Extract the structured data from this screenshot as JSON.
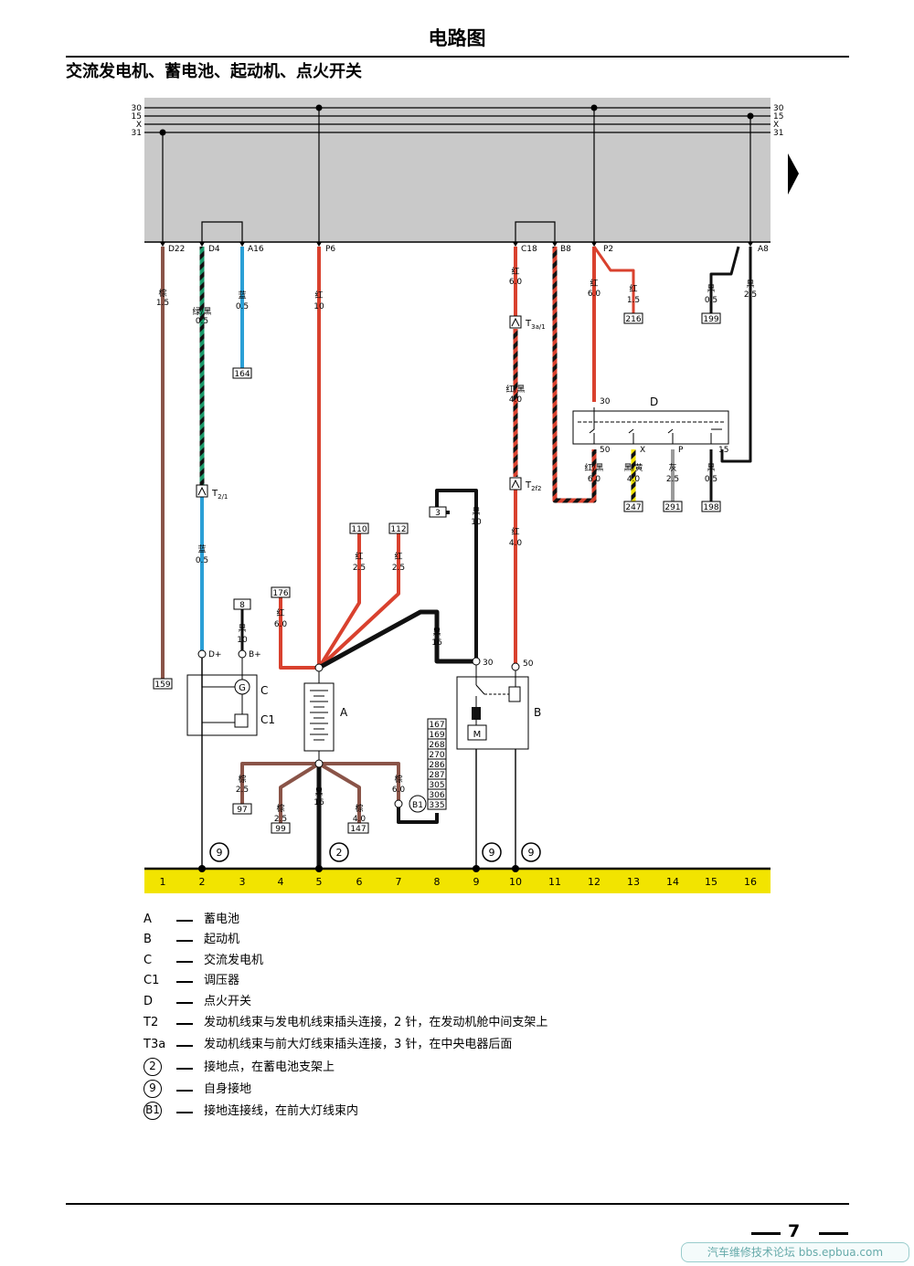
{
  "page_title": "电路图",
  "section_title": "交流发电机、蓄电池、起动机、点火开关",
  "page_number": "7",
  "watermark": "汽车维修技术论坛 bbs.epbua.com",
  "bus_labels": [
    "30",
    "15",
    "X",
    "31"
  ],
  "connectors": {
    "D22": "D22",
    "D4": "D4",
    "A16": "A16",
    "P6": "P6",
    "C18": "C18",
    "B8": "B8",
    "P2": "P2",
    "A8": "A8"
  },
  "wires": {
    "w1": {
      "color": "棕",
      "size": "1.5"
    },
    "w2": {
      "color": "绿/黑",
      "size": "0.5"
    },
    "w3": {
      "color": "蓝",
      "size": "0.5"
    },
    "w4": {
      "color": "红",
      "size": "10"
    },
    "w5": {
      "color": "红",
      "size": "6.0"
    },
    "w6": {
      "color": "红",
      "size": "6.0"
    },
    "w7": {
      "color": "红",
      "size": "1.5"
    },
    "w8": {
      "color": "黑",
      "size": "0.5"
    },
    "w9": {
      "color": "黑",
      "size": "2.5"
    },
    "w10": {
      "color": "红/黑",
      "size": "4.0"
    },
    "w11": {
      "color": "蓝",
      "size": "0.5"
    },
    "w12": {
      "color": "黑",
      "size": "10"
    },
    "w13": {
      "color": "红",
      "size": "2.5"
    },
    "w14": {
      "color": "红",
      "size": "2.5"
    },
    "w15": {
      "color": "红",
      "size": "6.0"
    },
    "w16": {
      "color": "黑",
      "size": "16"
    },
    "w17": {
      "color": "黑",
      "size": "10"
    },
    "w18": {
      "color": "红",
      "size": "4.0"
    },
    "w19": {
      "color": "红/黑",
      "size": "6.0"
    },
    "w20": {
      "color": "黑/黄",
      "size": "4.0"
    },
    "w21": {
      "color": "灰",
      "size": "2.5"
    },
    "w22": {
      "color": "黑",
      "size": "0.5"
    },
    "w23": {
      "color": "棕",
      "size": "2.5"
    },
    "w24": {
      "color": "棕",
      "size": "2.5"
    },
    "w25": {
      "color": "黑",
      "size": "16"
    },
    "w26": {
      "color": "棕",
      "size": "4.0"
    },
    "w27": {
      "color": "棕",
      "size": "6.0"
    }
  },
  "refs": {
    "r164": "164",
    "r216": "216",
    "r199": "199",
    "r159": "159",
    "r8": "8",
    "r176": "176",
    "r110": "110",
    "r112": "112",
    "r3": "3",
    "r247": "247",
    "r291": "291",
    "r198": "198",
    "r97": "97",
    "r99": "99",
    "r147": "147",
    "stack": [
      "167",
      "169",
      "268",
      "270",
      "286",
      "287",
      "305",
      "306",
      "335"
    ]
  },
  "terminals": {
    "T2_1": "T",
    "T2_1_sub": "2/1",
    "T3a_1": "T",
    "T3a_1_sub": "3a/1",
    "T2f2": "T",
    "T2f2_sub": "2f2",
    "Dplus": "D+",
    "Bplus": "B+",
    "t30": "30",
    "t50": "50",
    "d30": "30",
    "d50": "50",
    "dX": "X",
    "dP": "P",
    "d15": "15"
  },
  "components": {
    "A": "A",
    "B": "B",
    "C": "C",
    "C1": "C1",
    "D": "D",
    "G": "G",
    "M": "M",
    "B1": "B1"
  },
  "ground_marks": {
    "g9a": "9",
    "g2": "2",
    "g9b": "9",
    "g9c": "9"
  },
  "columns": [
    "1",
    "2",
    "3",
    "4",
    "5",
    "6",
    "7",
    "8",
    "9",
    "10",
    "11",
    "12",
    "13",
    "14",
    "15",
    "16"
  ],
  "legend": [
    {
      "code": "A",
      "desc": "蓄电池"
    },
    {
      "code": "B",
      "desc": "起动机"
    },
    {
      "code": "C",
      "desc": "交流发电机"
    },
    {
      "code": "C1",
      "desc": "调压器"
    },
    {
      "code": "D",
      "desc": "点火开关"
    },
    {
      "code": "T2",
      "desc": "发动机线束与发电机线束插头连接，2 针，在发动机舱中间支架上"
    },
    {
      "code": "T3a",
      "desc": "发动机线束与前大灯线束插头连接，3 针，在中央电器后面"
    },
    {
      "code": "2",
      "desc": "接地点，在蓄电池支架上",
      "circled": true
    },
    {
      "code": "9",
      "desc": "自身接地",
      "circled": true
    },
    {
      "code": "B1",
      "desc": "接地连接线，在前大灯线束内",
      "circled": true
    }
  ],
  "colors": {
    "red": "#d9412e",
    "brown": "#8a5448",
    "blue": "#2a9fd6",
    "green": "#1a9a6a",
    "black": "#111111",
    "gray": "#9a9a9a",
    "yellow": "#f2e400",
    "panel": "#c9c9c9"
  }
}
